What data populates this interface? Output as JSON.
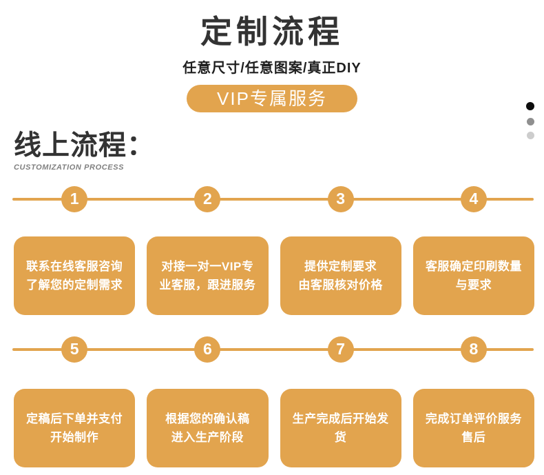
{
  "header": {
    "title": "定制流程",
    "subtitle": "任意尺寸/任意图案/真正DIY",
    "vip_badge": "VIP专属服务"
  },
  "section": {
    "title": "线上流程：",
    "subtitle_en": "CUSTOMIZATION PROCESS"
  },
  "decoration": {
    "dot_colors": [
      "#0d0d0d",
      "#8f8f8f",
      "#cdcdcd"
    ]
  },
  "colors": {
    "accent_orange": "#E2A44E",
    "title_dark": "#333333",
    "card_text": "#ffffff"
  },
  "steps": [
    {
      "number": "1",
      "text": "联系在线客服咨询\n了解您的定制需求"
    },
    {
      "number": "2",
      "text": "对接一对一VIP专\n业客服，跟进服务"
    },
    {
      "number": "3",
      "text": "提供定制要求\n由客服核对价格"
    },
    {
      "number": "4",
      "text": "客服确定印刷数量\n与要求"
    },
    {
      "number": "5",
      "text": "定稿后下单并支付\n开始制作"
    },
    {
      "number": "6",
      "text": "根据您的确认稿\n进入生产阶段"
    },
    {
      "number": "7",
      "text": "生产完成后开始发\n货"
    },
    {
      "number": "8",
      "text": "完成订单评价服务\n售后"
    }
  ]
}
